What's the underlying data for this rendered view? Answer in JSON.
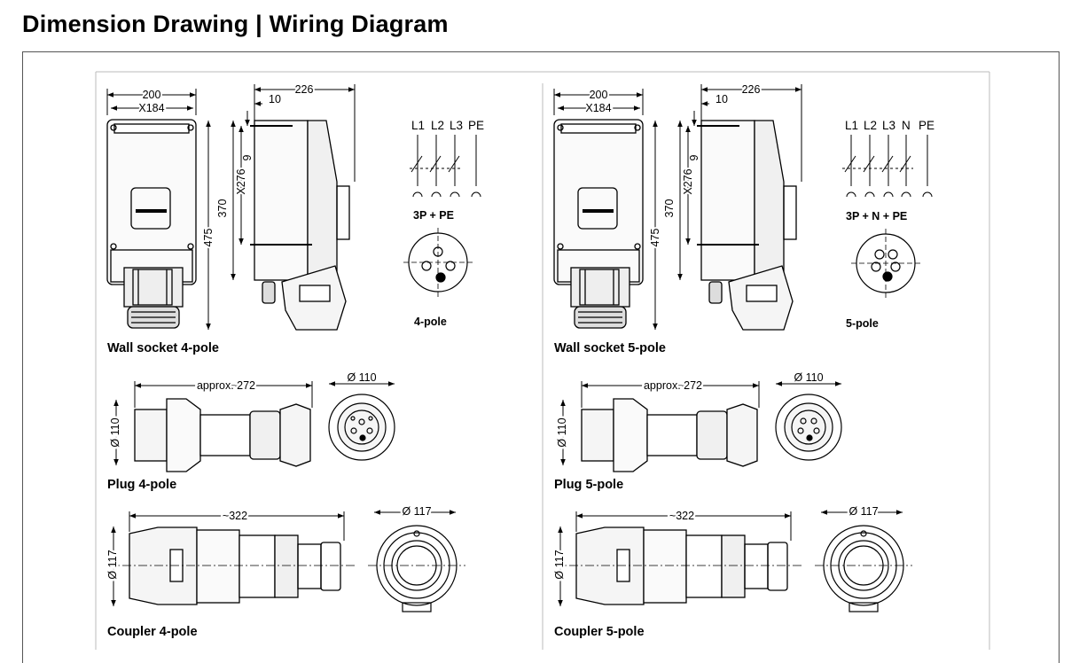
{
  "page_title": "Dimension Drawing | Wiring Diagram",
  "left": {
    "wall": {
      "dim_width": "200",
      "dim_inner": "X184",
      "dim_depth": "226",
      "dim_10": "10",
      "dim_9": "9",
      "dim_x276": "X276",
      "dim_370": "370",
      "dim_475": "475",
      "caption": "Wall socket 4-pole"
    },
    "wiring": {
      "terminals": [
        "L1",
        "L2",
        "L3",
        "PE"
      ],
      "config": "3P + PE",
      "pole_label": "4-pole"
    },
    "plug": {
      "dim_length": "approx. 272",
      "dim_dia": "Ø 110",
      "dim_dia_front": "Ø 110",
      "caption": "Plug 4-pole"
    },
    "coupler": {
      "dim_length": "~322",
      "dim_dia": "Ø 117",
      "dim_dia_front": "Ø 117",
      "caption": "Coupler 4-pole"
    }
  },
  "right": {
    "wall": {
      "dim_width": "200",
      "dim_inner": "X184",
      "dim_depth": "226",
      "dim_10": "10",
      "dim_9": "9",
      "dim_x276": "X276",
      "dim_370": "370",
      "dim_475": "475",
      "caption": "Wall socket 5-pole"
    },
    "wiring": {
      "terminals": [
        "L1",
        "L2",
        "L3",
        "N",
        "PE"
      ],
      "config": "3P + N + PE",
      "pole_label": "5-pole"
    },
    "plug": {
      "dim_length": "approx. 272",
      "dim_dia": "Ø 110",
      "dim_dia_front": "Ø 110",
      "caption": "Plug 5-pole"
    },
    "coupler": {
      "dim_length": "~322",
      "dim_dia": "Ø 117",
      "dim_dia_front": "Ø 117",
      "caption": "Coupler 5-pole"
    }
  }
}
